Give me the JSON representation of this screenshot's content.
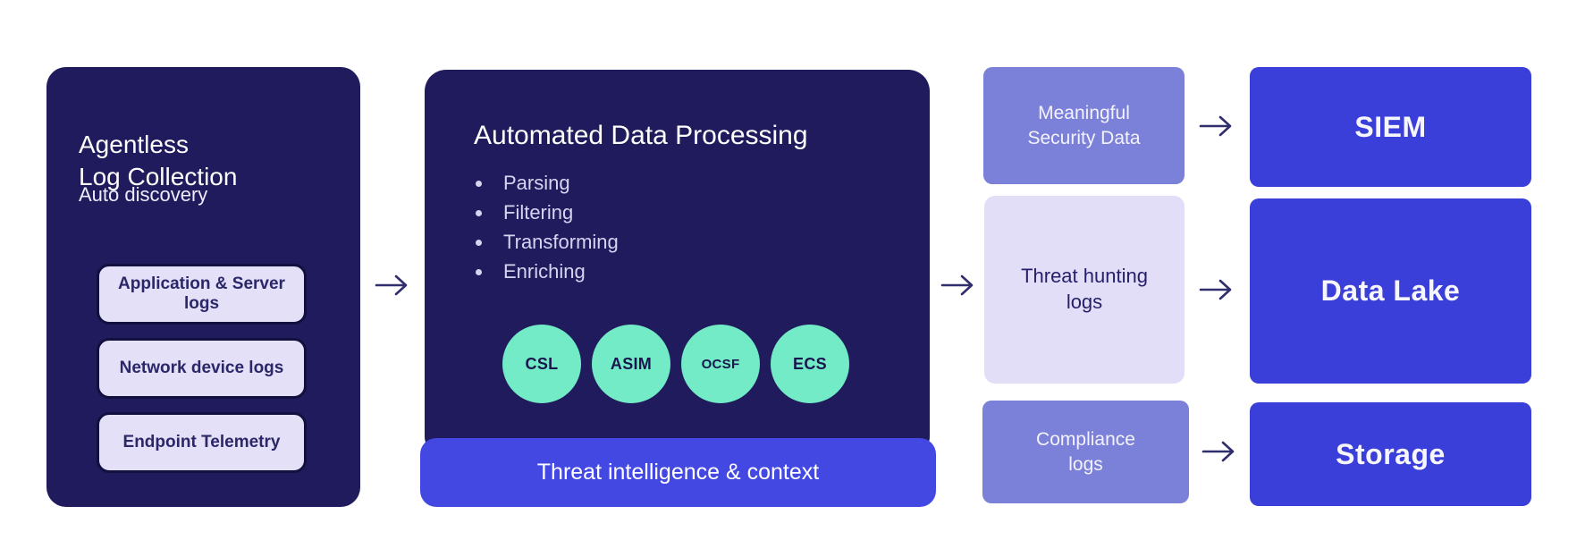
{
  "palette": {
    "navy": "#1f1b5c",
    "royal_blue": "#3a3fd9",
    "bar_blue": "#4348e2",
    "purple": "#7b80d8",
    "lavender": "#e2def8",
    "mint": "#72ebc6",
    "arrow": "#312e6e",
    "dark_text": "#26206b",
    "white": "#ffffff"
  },
  "left_panel": {
    "title": "Agentless\nLog Collection",
    "subtitle": "Auto discovery",
    "sources": [
      {
        "label": "Application & Server\nlogs"
      },
      {
        "label": "Network device logs"
      },
      {
        "label": "Endpoint Telemetry"
      }
    ]
  },
  "processing_panel": {
    "title": "Automated Data Processing",
    "steps": [
      "Parsing",
      "Filtering",
      "Transforming",
      "Enriching"
    ],
    "schemas": [
      {
        "label": "CSL"
      },
      {
        "label": "ASIM"
      },
      {
        "label": "OCSF"
      },
      {
        "label": "ECS"
      }
    ],
    "footer": "Threat intelligence & context"
  },
  "outputs": [
    {
      "label": "Meaningful\nSecurity Data"
    },
    {
      "label": "Threat hunting\nlogs"
    },
    {
      "label": "Compliance\nlogs"
    }
  ],
  "destinations": [
    {
      "label": "SIEM"
    },
    {
      "label": "Data Lake"
    },
    {
      "label": "Storage"
    }
  ]
}
